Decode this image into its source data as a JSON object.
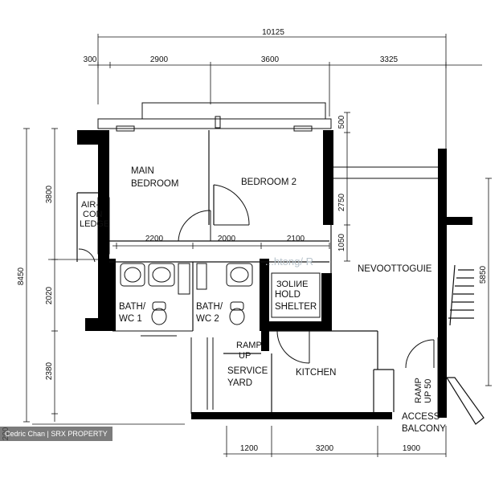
{
  "dimensions": {
    "top_total": "10125",
    "top": [
      "300",
      "2900",
      "3600",
      "3325"
    ],
    "right_top": "500",
    "right_mid": [
      "2750",
      "1050"
    ],
    "right_long": "5850",
    "left": [
      "3800",
      "2020",
      "2380"
    ],
    "left_total": "8450",
    "inner": [
      "2200",
      "2000",
      "2100"
    ],
    "bottom": [
      "1200",
      "3200",
      "1900"
    ],
    "bottom_left": "200"
  },
  "rooms": {
    "main_bedroom": [
      "MAIN",
      "BEDROOM"
    ],
    "bedroom2": "BEDROOM 2",
    "aircon": [
      "AIR-",
      "CON",
      "LEDGE"
    ],
    "living": "NEVOOTTOGUIE",
    "shelter": [
      "ЗОLІИE",
      "HOLD",
      "SHELTER"
    ],
    "bath1": [
      "BATH/",
      "WC 1"
    ],
    "bath2": [
      "BATH/",
      "WC 2"
    ],
    "ramp1": [
      "RAMP",
      "UP"
    ],
    "service": [
      "SERVICE",
      "YARD"
    ],
    "kitchen": "KITCHEN",
    "ramp2": [
      "RAMP",
      "UP 50"
    ],
    "access": [
      "ACCESS",
      "BALCONY"
    ]
  },
  "watermark": "...htong/ R",
  "credit": "Cedric Chan | SRX PROPERTY"
}
